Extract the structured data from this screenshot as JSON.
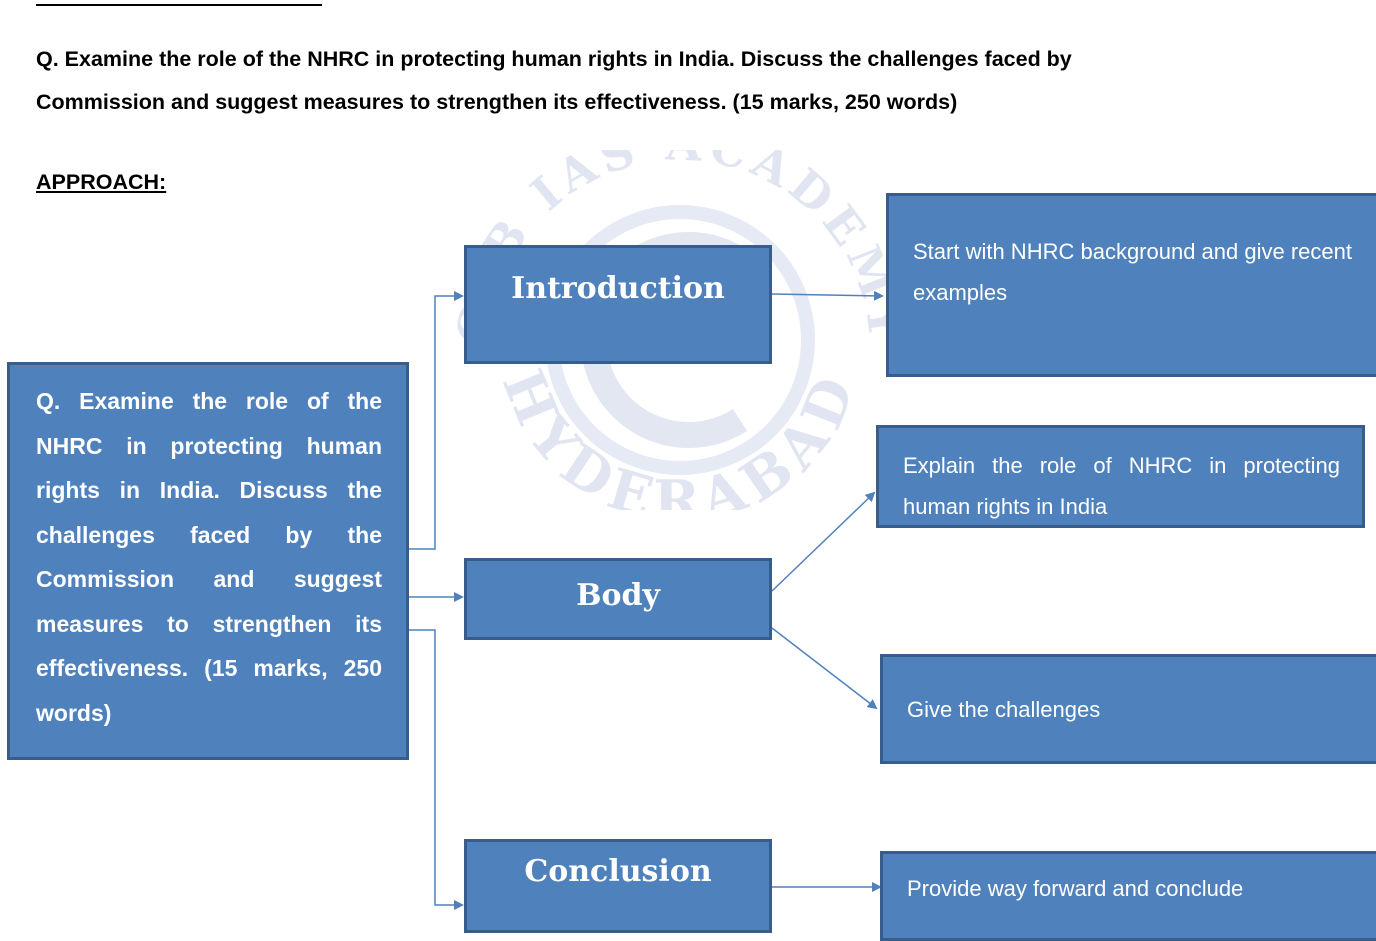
{
  "question": {
    "line1": "Q. Examine the role of the NHRC in protecting human rights in India. Discuss the challenges faced by",
    "line2": "Commission and suggest measures to strengthen its effectiveness. (15 marks, 250 words)"
  },
  "approach_label": "APPROACH:",
  "watermark": {
    "top_text": "CSB IAS ACADEMY",
    "bottom_text": "HYDERABAD"
  },
  "diagram": {
    "question_box": "Q. Examine the role of the NHRC in protecting human rights in India. Discuss the challenges faced by the Commission and suggest measures to strengthen its effectiveness. (15 marks, 250 words)",
    "sections": {
      "introduction": "Introduction",
      "body": "Body",
      "conclusion": "Conclusion"
    },
    "details": {
      "introduction": "Start with NHRC background and give recent examples",
      "body_role": "Explain the role of NHRC in protecting human rights in India",
      "body_challenges": "Give the challenges",
      "conclusion": "Provide way forward and conclude"
    }
  },
  "colors": {
    "box_fill": "#4f81bd",
    "box_border": "#385d8a",
    "arrow": "#4f81bd",
    "watermark_blue": "#5b73b5",
    "watermark_red": "#e8473a"
  }
}
